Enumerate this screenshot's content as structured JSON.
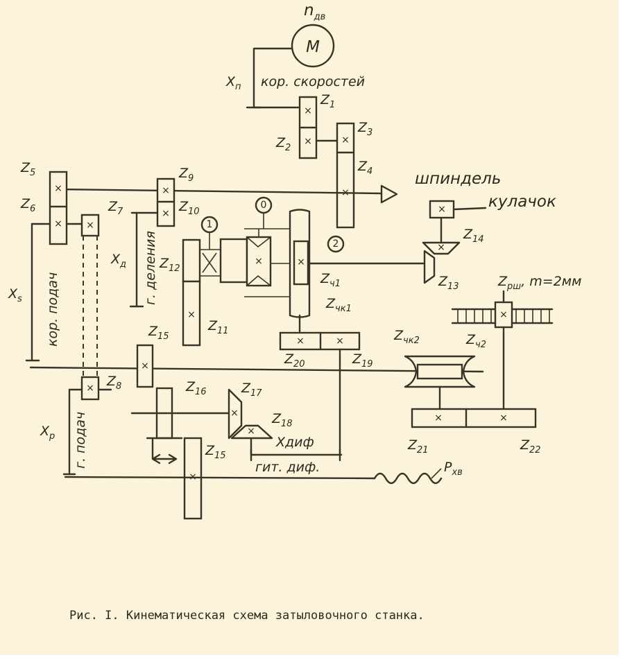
{
  "motor": {
    "label": "M",
    "speed": "n",
    "speed_sub": "дв"
  },
  "labels": {
    "x_n": "X",
    "x_n_sub": "п",
    "speed_box": "кор. скоростей",
    "spindle": "шпиндель",
    "cam": "кулачок",
    "rack": "Z",
    "rack_sub": "рш",
    "rack_module": ", m=2мм",
    "x_s": "X",
    "x_s_sub": "s",
    "feed_box": "кор. подач",
    "x_d": "X",
    "x_d_sub": "д",
    "division": "г. деления",
    "x_p": "X",
    "x_p_sub": "р",
    "feed_guitar": "г. подач",
    "x_dif": "Xдиф",
    "dif_guitar": "гит. диф.",
    "p_hv": "P",
    "p_hv_sub": "хв",
    "circle_0": "0",
    "circle_1": "1",
    "circle_2": "2"
  },
  "gears": [
    {
      "name": "z1",
      "letter": "Z",
      "sub": "1"
    },
    {
      "name": "z2",
      "letter": "Z",
      "sub": "2"
    },
    {
      "name": "z3",
      "letter": "Z",
      "sub": "3"
    },
    {
      "name": "z4",
      "letter": "Z",
      "sub": "4"
    },
    {
      "name": "z5",
      "letter": "Z",
      "sub": "5"
    },
    {
      "name": "z6",
      "letter": "Z",
      "sub": "6"
    },
    {
      "name": "z7",
      "letter": "Z",
      "sub": "7"
    },
    {
      "name": "z8",
      "letter": "Z",
      "sub": "8"
    },
    {
      "name": "z9",
      "letter": "Z",
      "sub": "9"
    },
    {
      "name": "z10",
      "letter": "Z",
      "sub": "10"
    },
    {
      "name": "z11",
      "letter": "Z",
      "sub": "11"
    },
    {
      "name": "z12",
      "letter": "Z",
      "sub": "12"
    },
    {
      "name": "z13",
      "letter": "Z",
      "sub": "13"
    },
    {
      "name": "z14",
      "letter": "Z",
      "sub": "14"
    },
    {
      "name": "z15a",
      "letter": "Z",
      "sub": "15"
    },
    {
      "name": "z15b",
      "letter": "Z",
      "sub": "15"
    },
    {
      "name": "z16",
      "letter": "Z",
      "sub": "16"
    },
    {
      "name": "z17",
      "letter": "Z",
      "sub": "17"
    },
    {
      "name": "z18",
      "letter": "Z",
      "sub": "18"
    },
    {
      "name": "z19",
      "letter": "Z",
      "sub": "19"
    },
    {
      "name": "z20",
      "letter": "Z",
      "sub": "20"
    },
    {
      "name": "z21",
      "letter": "Z",
      "sub": "21"
    },
    {
      "name": "z22",
      "letter": "Z",
      "sub": "22"
    },
    {
      "name": "zch1",
      "letter": "Z",
      "sub": "ч1"
    },
    {
      "name": "zchk1",
      "letter": "Z",
      "sub": "чк1"
    },
    {
      "name": "zchk2",
      "letter": "Z",
      "sub": "чк2"
    },
    {
      "name": "zch2",
      "letter": "Z",
      "sub": "ч2"
    }
  ],
  "caption": "Рис. I. Кинематическая схема затыловочного станка."
}
